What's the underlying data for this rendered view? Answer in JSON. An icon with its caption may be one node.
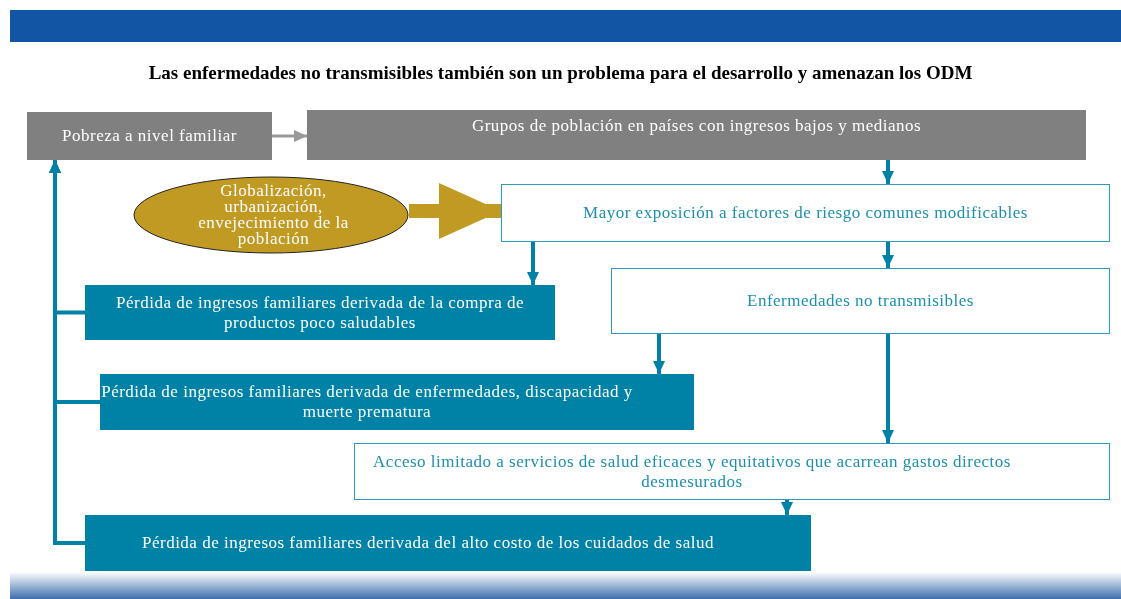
{
  "diagram": {
    "title": "Las enfermedades no transmisibles también son un problema para el desarrollo y amenazan los ODM",
    "nodes": [
      {
        "text": [
          "Pobreza a nivel familiar"
        ]
      },
      {
        "text": [
          "Grupos de población en países con ingresos bajos y medianos"
        ]
      },
      {
        "text": [
          "Globalización, urbanización, envejecimiento de la población"
        ]
      },
      {
        "text": [
          "Mayor exposición a factores de riesgo comunes modificables"
        ]
      },
      {
        "text": [
          "Pérdida de ingresos familiares derivada de la compra de productos poco saludables"
        ]
      },
      {
        "text": [
          "Enfermedades no transmisibles"
        ]
      },
      {
        "text": [
          "Pérdida de ingresos familiares derivada de enfermedades, discapacidad y muerte prematura"
        ]
      },
      {
        "text": [
          "Acceso limitado a servicios de salud eficaces y equitativos que acarrean gastos directos desmesurados"
        ]
      },
      {
        "text": [
          "Pérdida de ingresos familiares derivada del alto costo de los cuidados de salud"
        ]
      }
    ],
    "edges": [
      {
        "from": 0,
        "to": 1,
        "arrow": "to",
        "color": "#999999"
      },
      {
        "from": 1,
        "to": 3,
        "arrow": "to"
      },
      {
        "from": 2,
        "to": 3,
        "arrow": "to",
        "style": "thick",
        "color": "#c09a22"
      },
      {
        "from": 3,
        "to": 4,
        "arrow": "to"
      },
      {
        "from": 3,
        "to": 5,
        "arrow": "to"
      },
      {
        "from": 5,
        "to": 6,
        "arrow": "to"
      },
      {
        "from": 5,
        "to": 7,
        "arrow": "to"
      },
      {
        "from": 7,
        "to": 8,
        "arrow": "to"
      },
      {
        "from": 4,
        "to": 0,
        "arrow": "to"
      },
      {
        "from": 6,
        "to": 0,
        "arrow": "to"
      },
      {
        "from": 8,
        "to": 0,
        "arrow": "to"
      }
    ]
  }
}
